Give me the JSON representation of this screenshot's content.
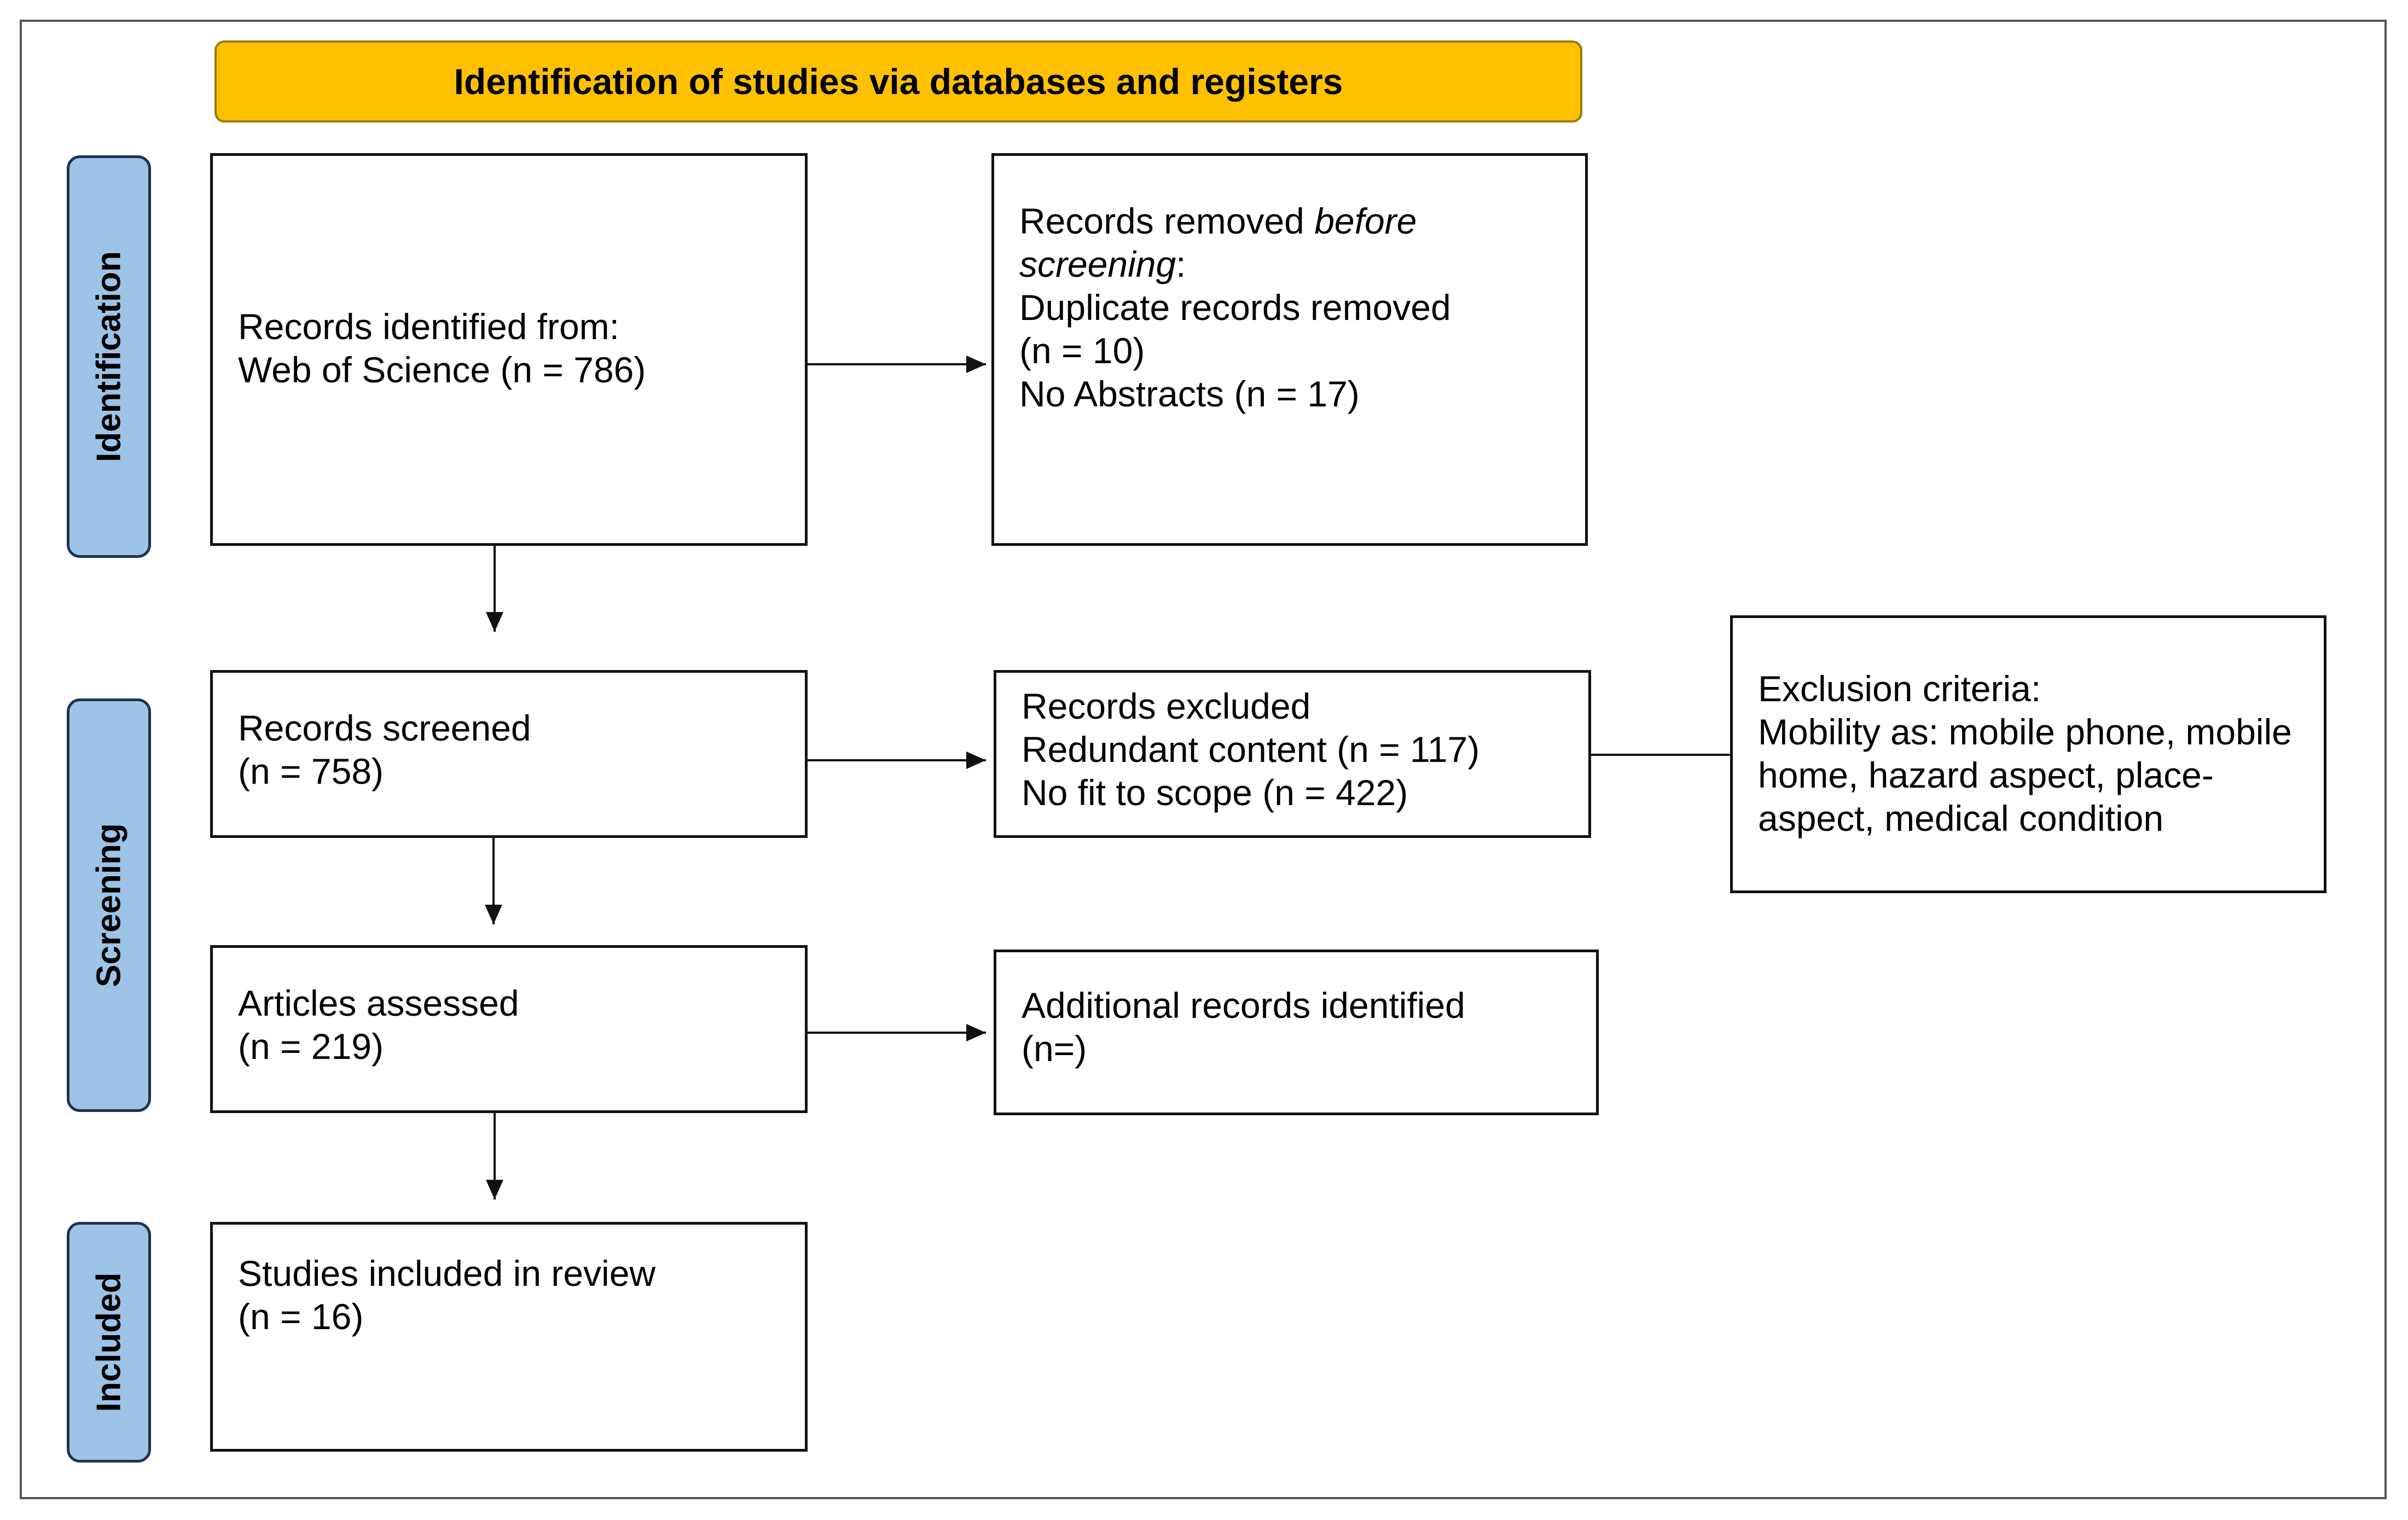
{
  "banner": {
    "title": "Identification of studies via databases and registers",
    "color": "#FFC000"
  },
  "stages": {
    "identification": "Identification",
    "screening": "Screening",
    "included": "Included",
    "color": "#9DC3E6"
  },
  "boxes": {
    "records_identified": {
      "line1": "Records identified from:",
      "line2": "Web of Science (n = 786)"
    },
    "records_removed": {
      "line1_prefix": "Records removed ",
      "line1_italic": "before",
      "line2_italic": "screening",
      "line2_suffix": ":",
      "line3": "Duplicate records removed",
      "line4": "(n = 10)",
      "line5": "No Abstracts (n = 17)"
    },
    "records_screened": {
      "line1": "Records screened",
      "line2": "(n = 758)"
    },
    "records_excluded": {
      "line1": "Records excluded",
      "line2": "Redundant content (n = 117)",
      "line3": "No fit to scope (n = 422)"
    },
    "exclusion_criteria": {
      "line1": "Exclusion criteria:",
      "line2": "Mobility as: mobile phone, mobile",
      "line3": "home,  hazard aspect, place-",
      "line4": "aspect, medical condition"
    },
    "articles_assessed": {
      "line1": "Articles assessed",
      "line2": "(n = 219)"
    },
    "additional_records": {
      "line1": "Additional records identified",
      "line2": "(n=)"
    },
    "studies_included": {
      "line1": "Studies included in review",
      "line2": "(n = 16)"
    }
  }
}
